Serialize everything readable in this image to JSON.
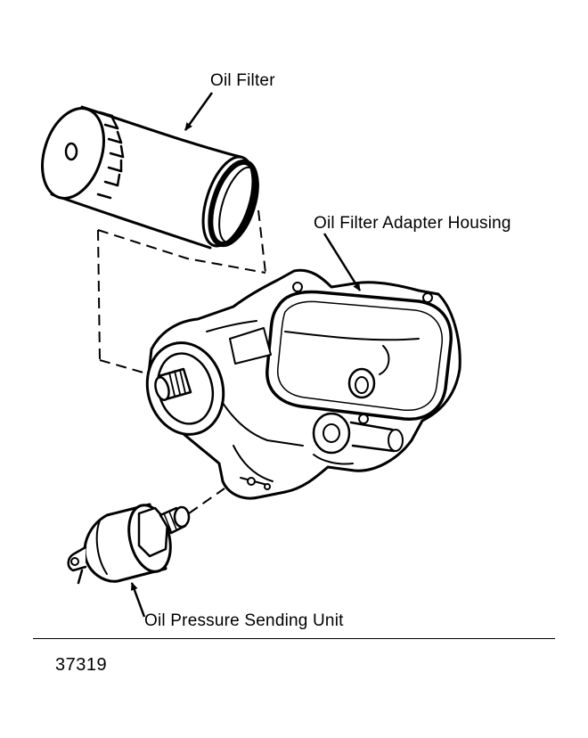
{
  "labels": {
    "oil_filter": "Oil Filter",
    "adapter_housing": "Oil Filter Adapter Housing",
    "sending_unit": "Oil Pressure Sending Unit"
  },
  "figure_number": "37319"
}
